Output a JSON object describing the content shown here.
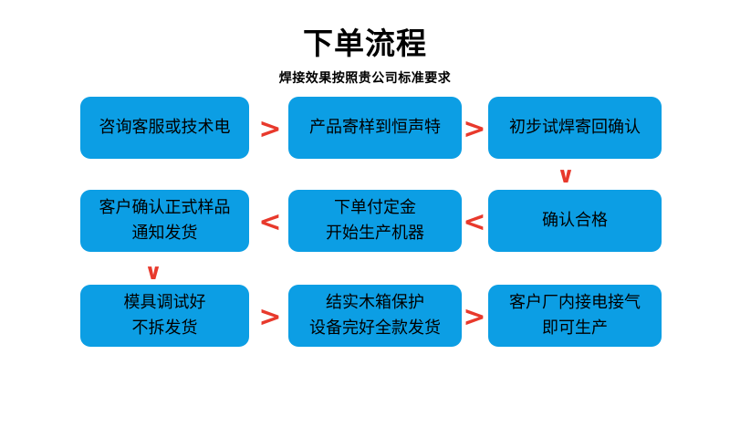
{
  "header": {
    "title": "下单流程",
    "subtitle": "焊接效果按照贵公司标准要求"
  },
  "colors": {
    "node_fill": "#0c9ee4",
    "arrow": "#e8392c",
    "text": "#000000",
    "background": "#ffffff"
  },
  "nodes": [
    {
      "id": "step-1",
      "row": 1,
      "col": "a",
      "lines": [
        "咨询客服或技术电"
      ]
    },
    {
      "id": "step-2",
      "row": 1,
      "col": "b",
      "lines": [
        "产品寄样到恒声特"
      ]
    },
    {
      "id": "step-3",
      "row": 1,
      "col": "c",
      "lines": [
        "初步试焊寄回确认"
      ]
    },
    {
      "id": "step-4",
      "row": 2,
      "col": "c",
      "lines": [
        "确认合格"
      ]
    },
    {
      "id": "step-5",
      "row": 2,
      "col": "b",
      "lines": [
        "下单付定金",
        "开始生产机器"
      ]
    },
    {
      "id": "step-6",
      "row": 2,
      "col": "a",
      "lines": [
        "客户确认正式样品",
        "通知发货"
      ]
    },
    {
      "id": "step-7",
      "row": 3,
      "col": "a",
      "lines": [
        "模具调试好",
        "不拆发货"
      ]
    },
    {
      "id": "step-8",
      "row": 3,
      "col": "b",
      "lines": [
        "结实木箱保护",
        "设备完好全款发货"
      ]
    },
    {
      "id": "step-9",
      "row": 3,
      "col": "c",
      "lines": [
        "客户厂内接电接气",
        "即可生产"
      ]
    }
  ],
  "arrows": {
    "right_glyph": ">",
    "left_glyph": "<",
    "down_glyph": "∨",
    "items": [
      {
        "id": "arrow-step1-step2",
        "glyph": ">",
        "direction": "right"
      },
      {
        "id": "arrow-step2-step3",
        "glyph": ">",
        "direction": "right"
      },
      {
        "id": "arrow-step3-step4",
        "glyph": "∨",
        "direction": "down"
      },
      {
        "id": "arrow-step4-step5",
        "glyph": "<",
        "direction": "left"
      },
      {
        "id": "arrow-step5-step6",
        "glyph": "<",
        "direction": "left"
      },
      {
        "id": "arrow-step6-step7",
        "glyph": "∨",
        "direction": "down"
      },
      {
        "id": "arrow-step7-step8",
        "glyph": ">",
        "direction": "right"
      },
      {
        "id": "arrow-step8-step9",
        "glyph": ">",
        "direction": "right"
      }
    ]
  }
}
